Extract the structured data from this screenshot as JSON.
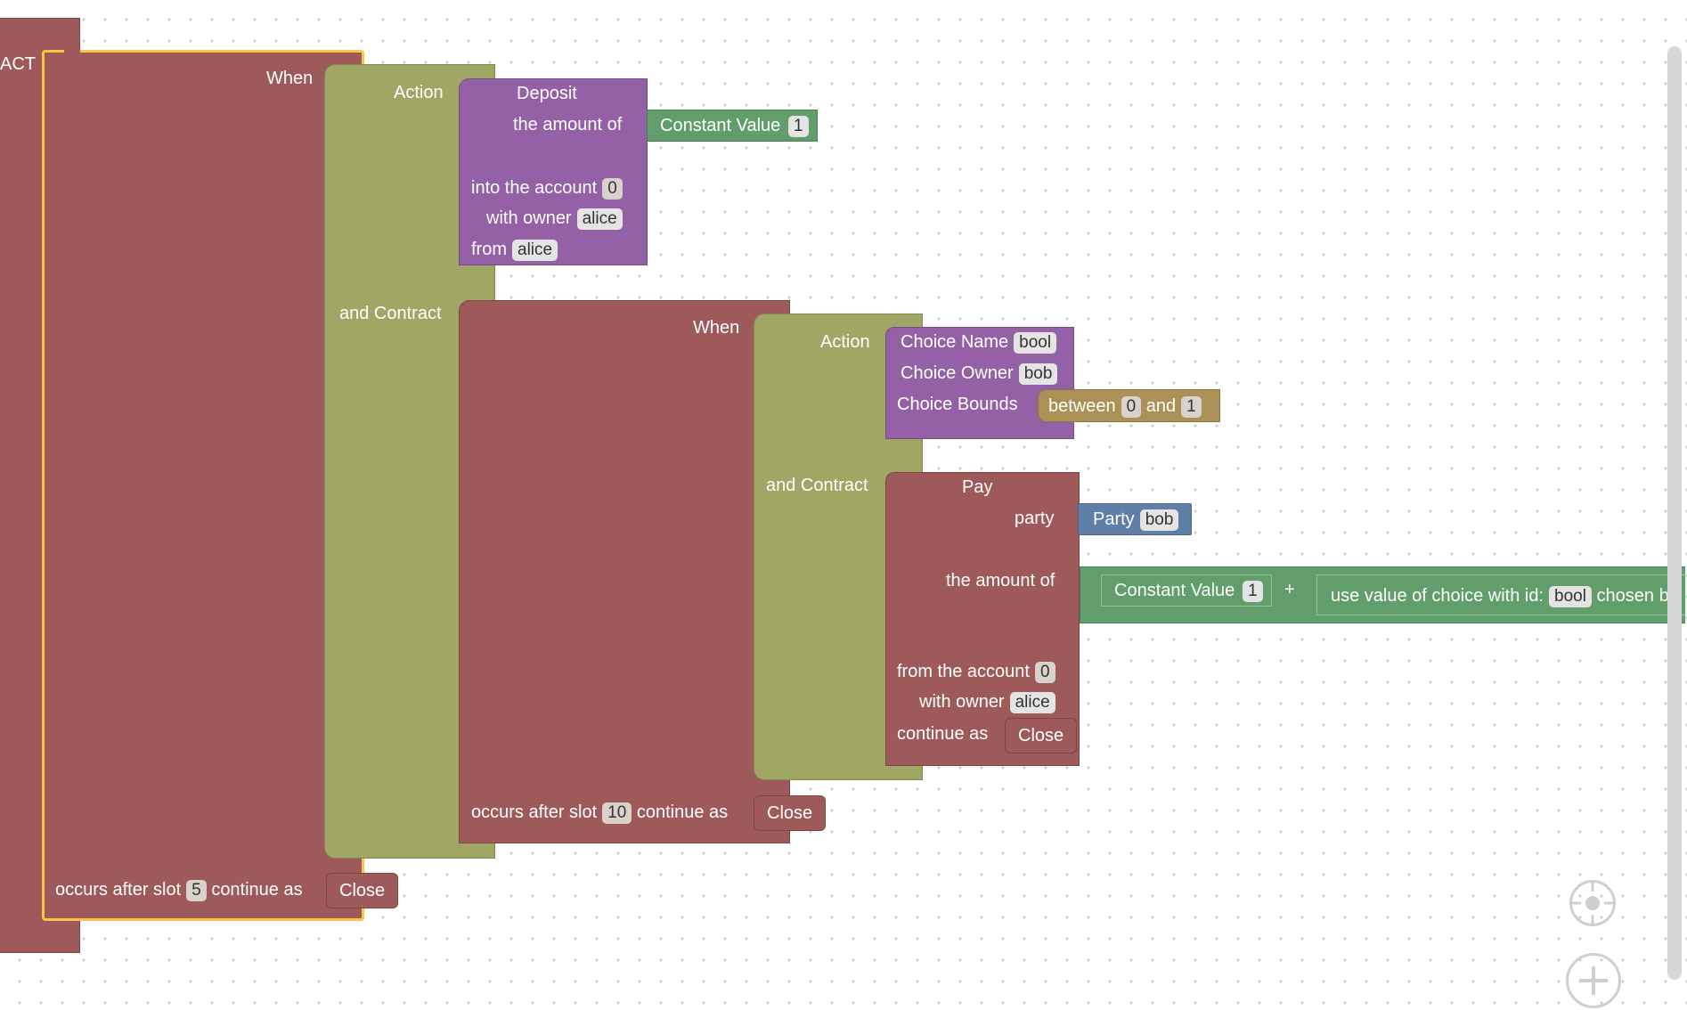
{
  "outer": {
    "partial_title": "ACT"
  },
  "when1": {
    "label": "When",
    "action_label": "Action",
    "and_contract_label": "and Contract",
    "timeout_prefix": "occurs after slot",
    "timeout_slot": "5",
    "timeout_suffix": "continue as",
    "timeout_close": "Close"
  },
  "deposit": {
    "title": "Deposit",
    "amount_label": "the amount of",
    "amount_block": {
      "label": "Constant Value",
      "value": "1"
    },
    "account_label": "into the account",
    "account_value": "0",
    "owner_label": "with owner",
    "owner_value": "alice",
    "from_label": "from",
    "from_value": "alice"
  },
  "when2": {
    "label": "When",
    "action_label": "Action",
    "and_contract_label": "and Contract",
    "timeout_prefix": "occurs after slot",
    "timeout_slot": "10",
    "timeout_suffix": "continue as",
    "timeout_close": "Close"
  },
  "choice": {
    "name_label": "Choice Name",
    "name_value": "bool",
    "owner_label": "Choice Owner",
    "owner_value": "bob",
    "bounds_label": "Choice Bounds",
    "bounds": {
      "between": "between",
      "low": "0",
      "and": "and",
      "high": "1"
    }
  },
  "pay": {
    "title": "Pay",
    "party_label": "party",
    "party_block": {
      "label": "Party",
      "value": "bob"
    },
    "amount_label": "the amount of",
    "add_operator": "+",
    "constant": {
      "label": "Constant Value",
      "value": "1"
    },
    "use_value": {
      "label": "use value of choice with id:",
      "id": "bool",
      "trailing": "chosen b"
    },
    "from_account_label": "from the account",
    "from_account_value": "0",
    "owner_label": "with owner",
    "owner_value": "alice",
    "continue_label": "continue as",
    "continue_close": "Close"
  },
  "controls": {
    "center_icon": "target-icon",
    "zoom_in_icon": "plus-icon"
  },
  "colors": {
    "contract": "#9e5a5a",
    "action": "#a0a765",
    "deposit": "#9461a6",
    "value": "#619e6c",
    "party": "#5f7fa8",
    "bounds": "#ab9155",
    "selection": "#f7c543"
  }
}
